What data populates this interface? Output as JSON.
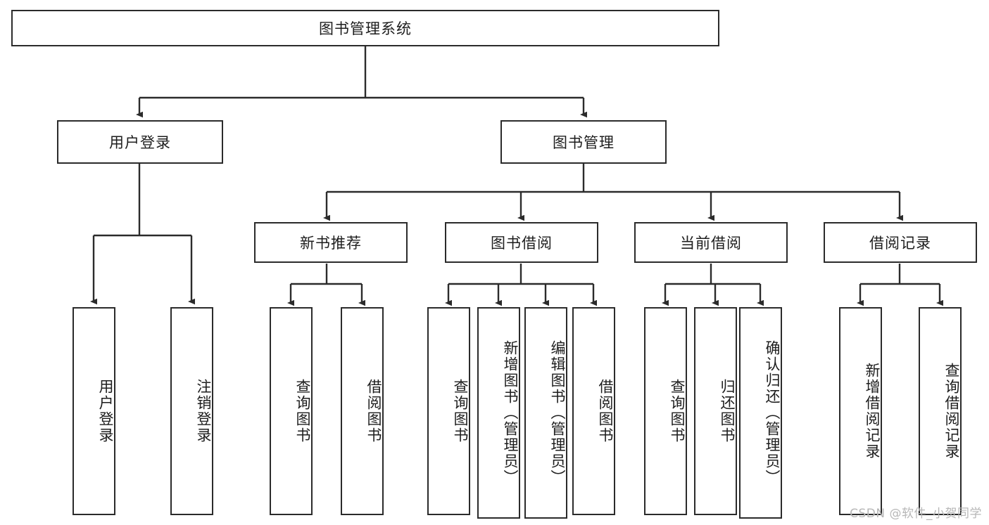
{
  "diagram": {
    "title": "图书管理系统",
    "type": "tree",
    "watermark": "CSDN @软件_小贺同学",
    "colors": {
      "box_border": "#2b2b2b",
      "box_fill": "#ffffff",
      "edge": "#2b2b2b",
      "text": "#1d1d1d",
      "watermark": "#b7b7b7"
    },
    "root": {
      "id": "root",
      "label": "图书管理系统"
    },
    "level1": [
      {
        "id": "user-login",
        "label": "用户登录"
      },
      {
        "id": "book-manage",
        "label": "图书管理"
      }
    ],
    "level2": [
      {
        "id": "new-book-rec",
        "label": "新书推荐",
        "parent": "book-manage"
      },
      {
        "id": "book-borrow",
        "label": "图书借阅",
        "parent": "book-manage"
      },
      {
        "id": "current-borrow",
        "label": "当前借阅",
        "parent": "book-manage"
      },
      {
        "id": "borrow-record",
        "label": "借阅记录",
        "parent": "book-manage"
      }
    ],
    "leaves": [
      {
        "id": "leaf-user-login",
        "label": "用户登录",
        "parent": "user-login"
      },
      {
        "id": "leaf-logout",
        "label": "注销登录",
        "parent": "user-login"
      },
      {
        "id": "leaf-query-book-1",
        "label": "查询图书",
        "parent": "new-book-rec"
      },
      {
        "id": "leaf-borrow-book-1",
        "label": "借阅图书",
        "parent": "new-book-rec"
      },
      {
        "id": "leaf-query-book-2",
        "label": "查询图书",
        "parent": "book-borrow"
      },
      {
        "id": "leaf-add-book",
        "label": "新增图书（管理员）",
        "parent": "book-borrow"
      },
      {
        "id": "leaf-edit-book",
        "label": "编辑图书（管理员）",
        "parent": "book-borrow"
      },
      {
        "id": "leaf-borrow-book-2",
        "label": "借阅图书",
        "parent": "book-borrow"
      },
      {
        "id": "leaf-query-book-3",
        "label": "查询图书",
        "parent": "current-borrow"
      },
      {
        "id": "leaf-return-book",
        "label": "归还图书",
        "parent": "current-borrow"
      },
      {
        "id": "leaf-confirm-return",
        "label": "确认归还（管理员）",
        "parent": "current-borrow"
      },
      {
        "id": "leaf-add-record",
        "label": "新增借阅记录",
        "parent": "borrow-record"
      },
      {
        "id": "leaf-query-record",
        "label": "查询借阅记录",
        "parent": "borrow-record"
      }
    ]
  }
}
